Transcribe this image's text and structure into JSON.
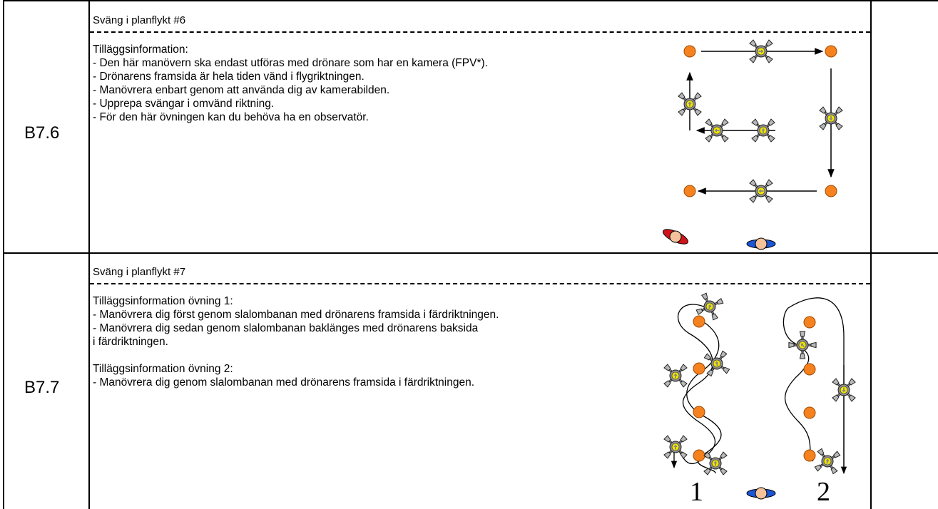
{
  "rows": [
    {
      "code": "B7.6",
      "title": "Sväng i planflykt #6",
      "info_lines": [
        "Tilläggsinformation:",
        "- Den här manövern ska endast utföras med drönare som har en kamera (FPV*).",
        "- Drönarens framsida är hela tiden vänd i flygriktningen.",
        "- Manövrera enbart genom att använda dig av kamerabilden.",
        "- Upprepa svängar i omvänd riktning.",
        "- För den här övningen kan du behöva ha en observatör."
      ]
    },
    {
      "code": "B7.7",
      "title": "Sväng i planflykt #7",
      "info_lines": [
        "Tilläggsinformation övning 1:",
        "- Manövrera dig först genom slalombanan med drönarens framsida i färdriktningen.",
        "- Manövrera dig sedan genom slalombanan baklänges med drönarens baksida",
        "i färdriktningen.",
        "",
        "Tilläggsinformation övning 2:",
        "- Manövrera dig genom slalombanan med drönarens framsida i färdriktningen."
      ],
      "diagram_labels": [
        "1",
        "2"
      ]
    }
  ],
  "colors": {
    "cone": "#f5821f",
    "drone_body": "#9a9a9a",
    "drone_center": "#f3e600",
    "pilot_red": "#d0141c",
    "pilot_blue": "#1b56d6",
    "pilot_head": "#f4c29a"
  },
  "icons": [
    "cone-icon",
    "drone-icon",
    "pilot-icon",
    "observer-icon"
  ]
}
